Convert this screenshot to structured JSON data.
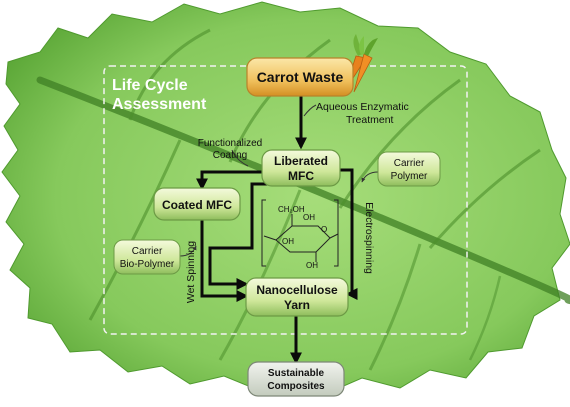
{
  "diagram": {
    "lca": {
      "line1": "Life Cycle",
      "line2": "Assessment"
    },
    "nodes": {
      "carrot_waste": "Carrot Waste",
      "liberated_mfc": {
        "line1": "Liberated",
        "line2": "MFC"
      },
      "coated_mfc": "Coated MFC",
      "nanocellulose_yarn": {
        "line1": "Nanocellulose",
        "line2": "Yarn"
      },
      "sustainable_composites": {
        "line1": "Sustainable",
        "line2": "Composites"
      },
      "carrier_polymer": {
        "line1": "Carrier",
        "line2": "Polymer"
      },
      "carrier_biopolymer": {
        "line1": "Carrier",
        "line2": "Bio-Polymer"
      }
    },
    "edges": {
      "aqueous_enzymatic": {
        "line1": "Aqueous Enzymatic",
        "line2": "Treatment"
      },
      "functionalized_coating": {
        "line1": "Functionalized",
        "line2": "Coating"
      },
      "wet_spinning": "Wet Spinning",
      "electrospinning": "Electrospinning"
    },
    "molecule": {
      "ch2oh": "CH₂OH",
      "oh_left": "OH",
      "oh_bottom": "OH",
      "oh_top": "OH",
      "o_ring": "O"
    }
  },
  "colors": {
    "leaf_light": "#8fd064",
    "leaf_dark": "#4f9a2e",
    "node_green_light": "#e4f3b7",
    "node_green_dark": "#86b85a",
    "carrot_orange_light": "#f6d785",
    "carrot_orange_dark": "#d99a2b",
    "composite_grey": "#d9dfd4",
    "arrow": "#0a0a0a"
  }
}
